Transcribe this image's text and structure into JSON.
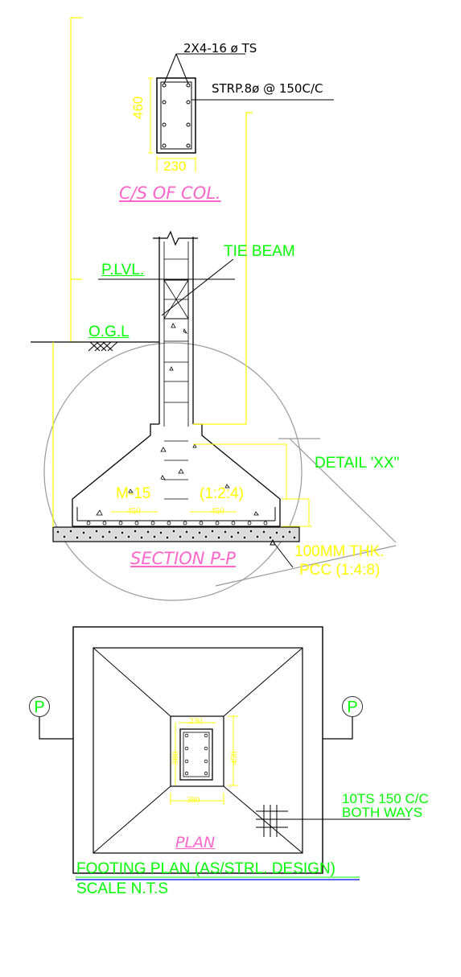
{
  "colors": {
    "dimension": "#ffff00",
    "label": "#00ff00",
    "title": "#ff66cc",
    "line": "#000000",
    "detail_circle": "#999999"
  },
  "column_section": {
    "bars_label": "2X4-16 ø TS",
    "stirrups_label": "STRP.8ø @ 150C/C",
    "height_dim": "460",
    "width_dim": "230",
    "title": "C/S OF COL."
  },
  "section": {
    "tie_beam": "TIE BEAM",
    "plinth_level": "P.LVL.",
    "ogl": "O.G.L",
    "detail": "DETAIL 'XX\"",
    "concrete_grade": "M-15",
    "mix": "(1:2:4)",
    "dim_left": "450",
    "dim_right": "450",
    "pcc_line1": "100MM  THK.",
    "pcc_line2": "PCC (1:4:8)",
    "title": "SECTION  P-P"
  },
  "plan": {
    "marker_left": "P",
    "marker_right": "P",
    "dim_top": "230",
    "dim_left": "380",
    "dim_right": "450",
    "dim_bottom": "380",
    "reinf_line1": "10TS 150 C/C",
    "reinf_line2": "BOTH WAYS",
    "title": "PLAN",
    "caption": "FOOTING PLAN (AS/STRL. DESIGN)",
    "scale": "SCALE   N.T.S"
  }
}
